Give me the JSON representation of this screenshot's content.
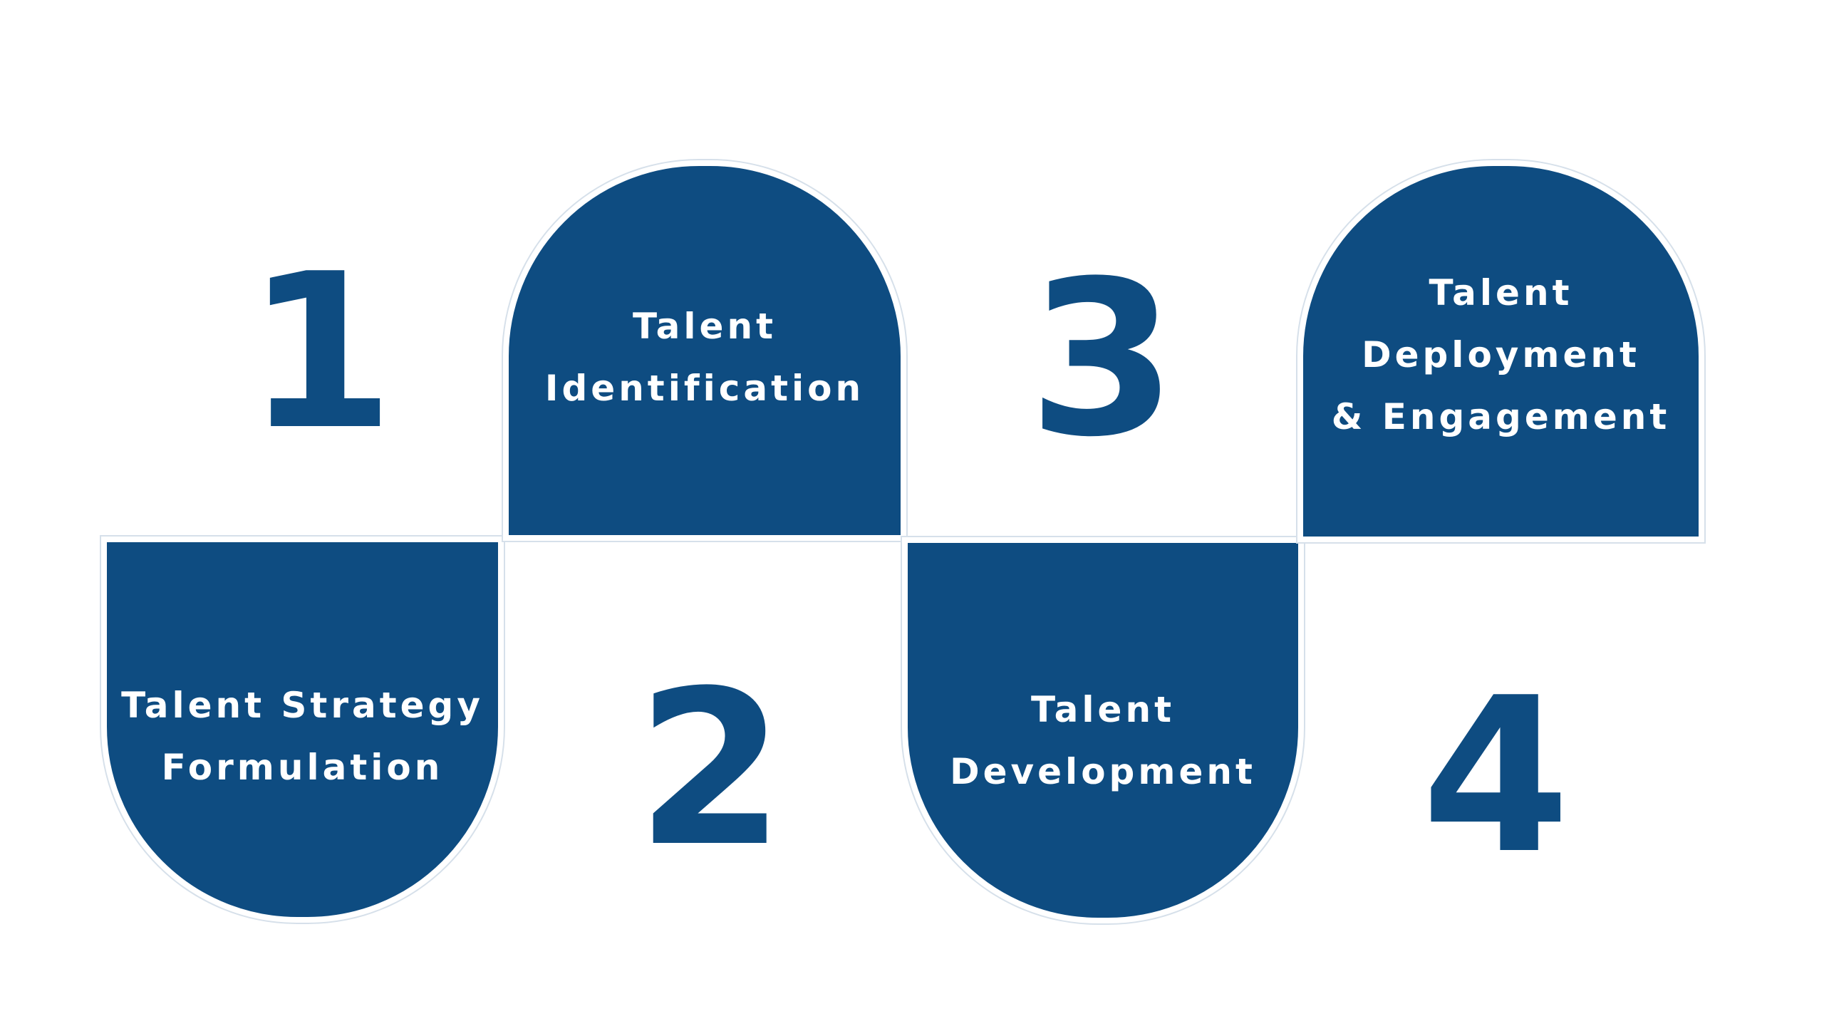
{
  "steps": [
    {
      "number": "1",
      "lines": [
        "Talent Strategy",
        "Formulation"
      ]
    },
    {
      "number": "2",
      "lines": [
        "Talent",
        "Identification"
      ]
    },
    {
      "number": "3",
      "lines": [
        "Talent",
        "Development"
      ]
    },
    {
      "number": "4",
      "lines": [
        "Talent",
        "Deployment",
        "& Engagement"
      ]
    }
  ],
  "colors": {
    "primary": "#0E4C81",
    "background": "#FFFFFF"
  }
}
